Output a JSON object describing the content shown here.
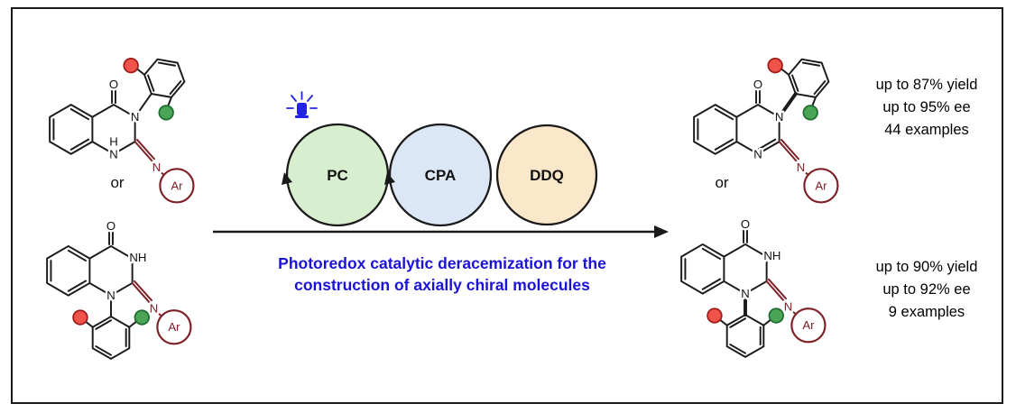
{
  "caption": {
    "line1": "Photoredox catalytic deracemization for the",
    "line2": "construction of axially chiral molecules"
  },
  "connectors": {
    "or_left": "or",
    "or_right": "or"
  },
  "cycles": [
    {
      "label": "PC",
      "fill": "#d8efcf"
    },
    {
      "label": "CPA",
      "fill": "#dbe7f6"
    },
    {
      "label": "DDQ",
      "fill": "#fbe7c9"
    }
  ],
  "stats": {
    "top": [
      "up to 87% yield",
      "up to 95% ee",
      "44 examples"
    ],
    "bottom": [
      "up to 90% yield",
      "up to 92% ee",
      "9 examples"
    ]
  },
  "atoms": {
    "O": "O",
    "N": "N",
    "H": "H",
    "NH": "NH",
    "Ar": "Ar"
  },
  "icons": {
    "led": "blue-led-light-icon"
  },
  "colors": {
    "caption_blue": "#1b12d8",
    "maroon": "#7d2027",
    "red_dot": "#f0534a",
    "red_dot_border": "#a11c18",
    "green_dot": "#4aa557",
    "green_dot_border": "#1f6d2f",
    "pc_fill": "#d8efcf",
    "cpa_fill": "#dbe7f6",
    "ddq_fill": "#fbe7c9"
  }
}
